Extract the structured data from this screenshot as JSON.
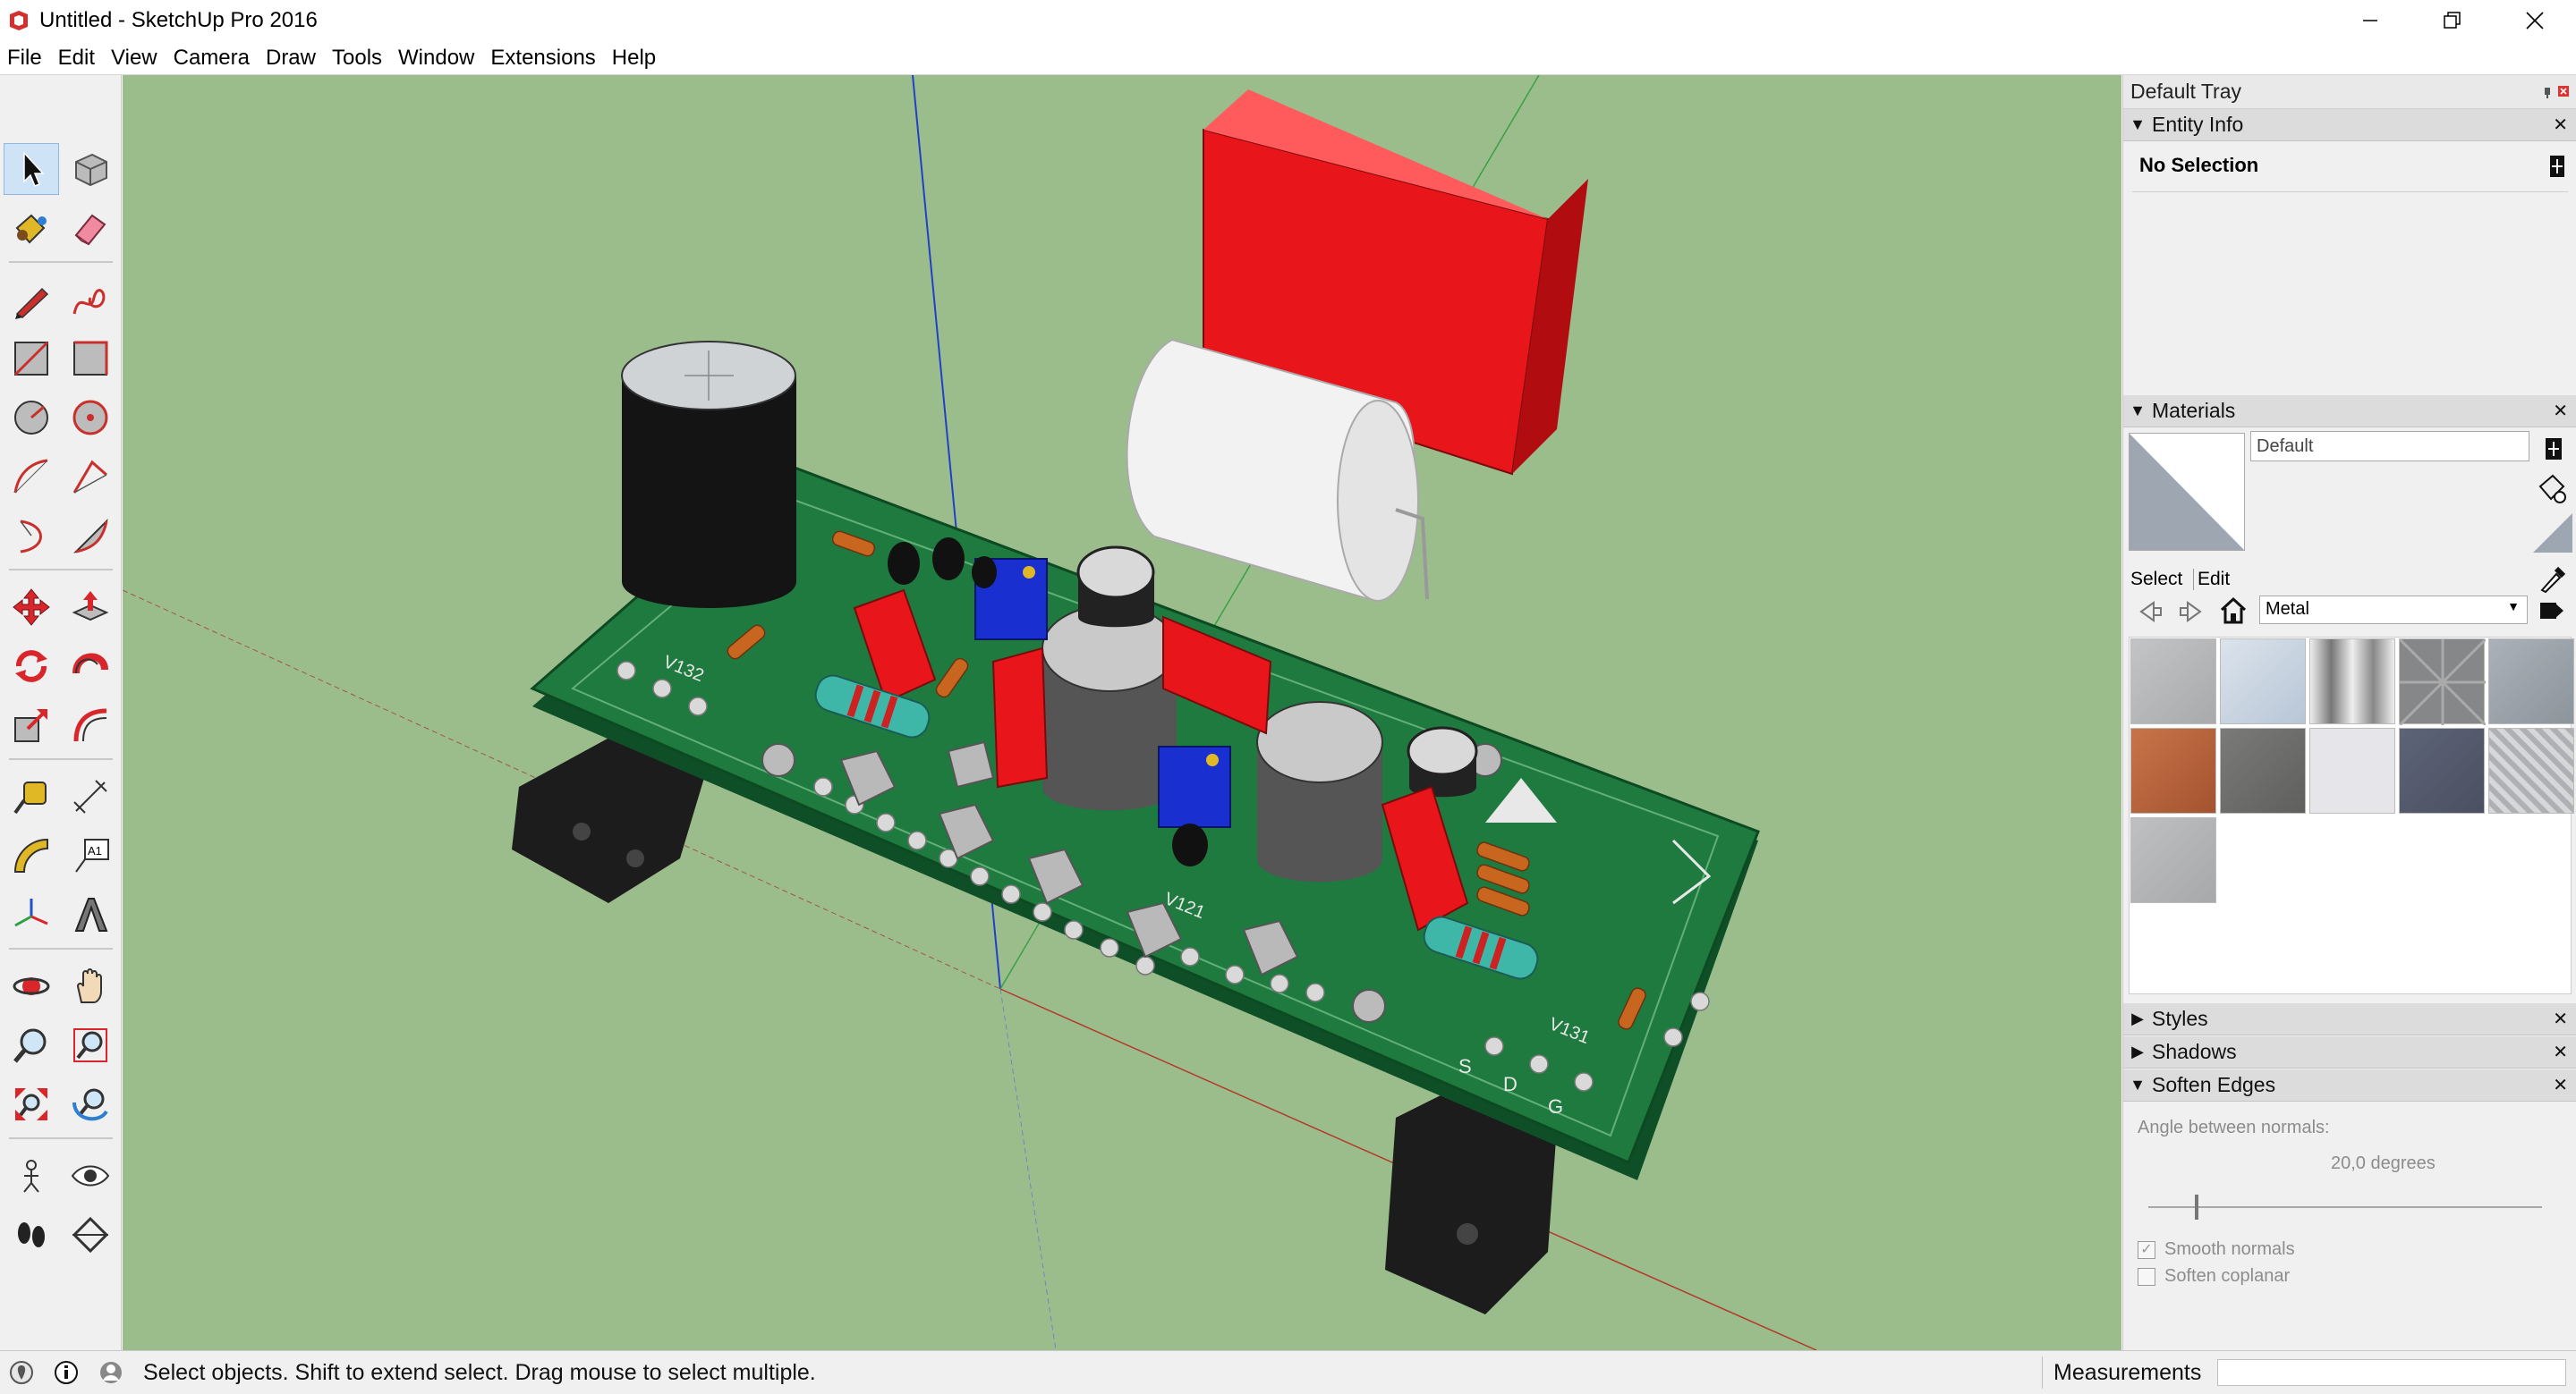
{
  "window": {
    "title": "Untitled - SketchUp Pro 2016",
    "controls": [
      "minimize-icon",
      "restore-icon",
      "close-icon"
    ]
  },
  "menu": [
    "File",
    "Edit",
    "View",
    "Camera",
    "Draw",
    "Tools",
    "Window",
    "Extensions",
    "Help"
  ],
  "toolbar": {
    "tools": [
      "select-icon",
      "make-component-icon",
      "paint-bucket-icon",
      "eraser-icon",
      "line-icon",
      "freehand-icon",
      "rectangle-icon",
      "rotated-rectangle-icon",
      "circle-icon",
      "polygon-icon",
      "arc-icon",
      "two-point-arc-icon",
      "three-point-arc-icon",
      "pie-icon",
      "move-icon",
      "push-pull-icon",
      "rotate-icon",
      "follow-me-icon",
      "scale-icon",
      "offset-icon",
      "tape-measure-icon",
      "dimension-icon",
      "protractor-icon",
      "text-icon",
      "axes-icon",
      "3d-text-icon",
      "orbit-icon",
      "pan-icon",
      "zoom-icon",
      "zoom-window-icon",
      "zoom-extents-icon",
      "previous-view-icon",
      "position-camera-icon",
      "look-around-icon",
      "walk-icon",
      "section-plane-icon"
    ],
    "active": "select-icon"
  },
  "viewport": {
    "board_labels": [
      "V132",
      "V121",
      "V131",
      "S",
      "D",
      "G"
    ],
    "colors": {
      "background": "#9bbd8c",
      "pcb": "#1e7a3e",
      "red": "#e8161b",
      "blue": "#1a2fd0"
    }
  },
  "tray": {
    "title": "Default Tray",
    "entity_info": {
      "header": "Entity Info",
      "selection": "No Selection"
    },
    "materials": {
      "header": "Materials",
      "name_value": "Default",
      "tabs": [
        "Select",
        "Edit"
      ],
      "library": "Metal",
      "swatch_colors": [
        "#b8b9ba",
        "#c9d3de",
        "#d7d7d7",
        "#858789",
        "#9fa6ad",
        "#b8643e",
        "#6d6e6c",
        "#e6e6ea",
        "#535a6a",
        "#c4c6c8",
        "#b3b5b7"
      ]
    },
    "styles": {
      "header": "Styles"
    },
    "shadows": {
      "header": "Shadows"
    },
    "soften_edges": {
      "header": "Soften Edges",
      "angle_label": "Angle between normals:",
      "angle_value": "20,0  degrees",
      "smooth_normals": "Smooth normals",
      "soften_coplanar": "Soften coplanar"
    }
  },
  "status": {
    "hint": "Select objects. Shift to extend select. Drag mouse to select multiple.",
    "measurements_label": "Measurements",
    "measurements_value": ""
  }
}
